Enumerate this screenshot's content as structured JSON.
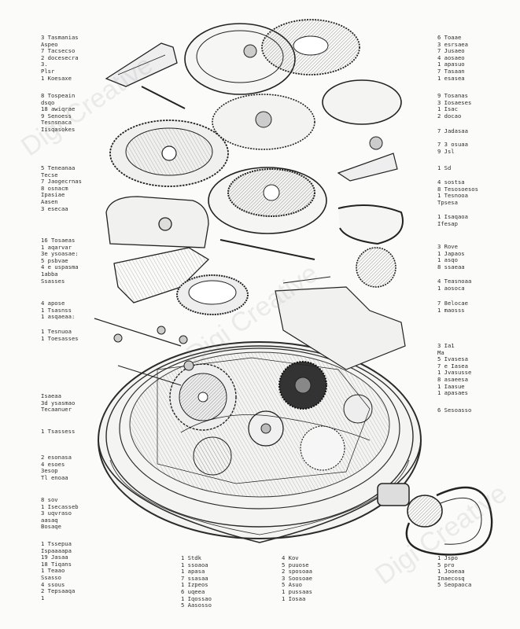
{
  "watermark_text": "Digi Creative",
  "legends": {
    "left": [
      [
        "3 Tasmanias",
        "Aspeo",
        "7 Tacsecso",
        "2 docesecra",
        "3.",
        "Plsr",
        "1 Koesaxe"
      ],
      [
        "8 Tospeain",
        "dsqo",
        "18 awiqrae",
        "9 Senoess",
        "Tesnsnaca",
        "Iisqasokes"
      ],
      [
        "5 Teneanaa",
        "Tecse",
        "7 Jaogecrnas",
        "8 osnacm",
        "Ipasiae",
        "Aasen",
        "3 esecaa"
      ],
      [
        "16 Tosaeas",
        "1 aqarvar",
        "3e ysoasae:",
        "5 psbvae",
        "4 e uspasma",
        "1abba",
        "Ssasses"
      ],
      [
        "4 apose",
        "1 Tsasnss",
        "1 asqaeaa:"
      ],
      [
        "1 Tesnuoa",
        "1 Toesasses"
      ],
      [
        "Isaeaa",
        "3d ysasmao",
        "Tecaanuer"
      ],
      [
        "1 Tsassess"
      ],
      [
        "2 esonasa",
        "4 esoes",
        "3esop",
        "Tl enoaa"
      ],
      [
        "8 sov",
        "1 Isecasseb",
        "3 uqvraso",
        "aasaq",
        "Bosaqe"
      ],
      [
        "1 Tssepua",
        "Ispaaaapa",
        "19 Jasaa",
        "18 Tiqans",
        "1 Teaao",
        "Ssasso",
        "4 ssous",
        "2 Tepsaaqa",
        "1"
      ]
    ],
    "right": [
      [
        "6 Toaae",
        "3 esrsaea",
        "7 Jusaeo",
        "4 aosaeo",
        "1 apasuo",
        "7 Tasaan",
        "1 esasea"
      ],
      [
        "9 Tosanas",
        "3 Iosaeses",
        "1 Isac",
        "2 docao"
      ],
      [
        "7 Jadasaa"
      ],
      [
        "7 3 osuaa",
        "9 Jsl"
      ],
      [
        "1 Sd"
      ],
      [
        "4 sostsa",
        "8 Tesosoesos",
        "1 Tesnooa",
        "Tpsesa"
      ],
      [
        "1 Isaqaoa",
        "Ifesap"
      ],
      [
        "3 Rove",
        "1 Japaos",
        "1 asqo",
        "8 ssaeaa"
      ],
      [
        "4 Teasnoaa",
        "1 aosoca"
      ],
      [
        "7 8elocae",
        "1 maosss"
      ],
      [
        "3 Ia1",
        "Ma",
        "5 Ivasesa",
        "7 e Iasea",
        "1 Jvasusse",
        "8 asaeesa",
        "1 Iaasue",
        "1 apasaes"
      ],
      [
        "6 Sesoasso"
      ]
    ],
    "bottom": [
      [
        "1 Stdk",
        "1 ssoaoa",
        "1 apasa",
        "7 ssasaa",
        "1 Izpeos",
        "6 uqeea",
        "1 Iqossao",
        "5 Aasosso"
      ],
      [
        "4 Kov",
        "5 puuose",
        "2 sposoaa",
        "",
        "3 Soosoae",
        "5 Asuo",
        "1 pussaas",
        "1 Iosaa"
      ],
      [
        "1 Jspo",
        "5 pro",
        "1 Jooeaa",
        "Inaecosq",
        "5 Seopaoca"
      ]
    ]
  },
  "icons": [
    "pocket-watch-case",
    "crown-bow",
    "escapement-wheel",
    "balance-wheel",
    "gear-train",
    "bridge-plate",
    "hands",
    "screws",
    "jewel-setting"
  ]
}
